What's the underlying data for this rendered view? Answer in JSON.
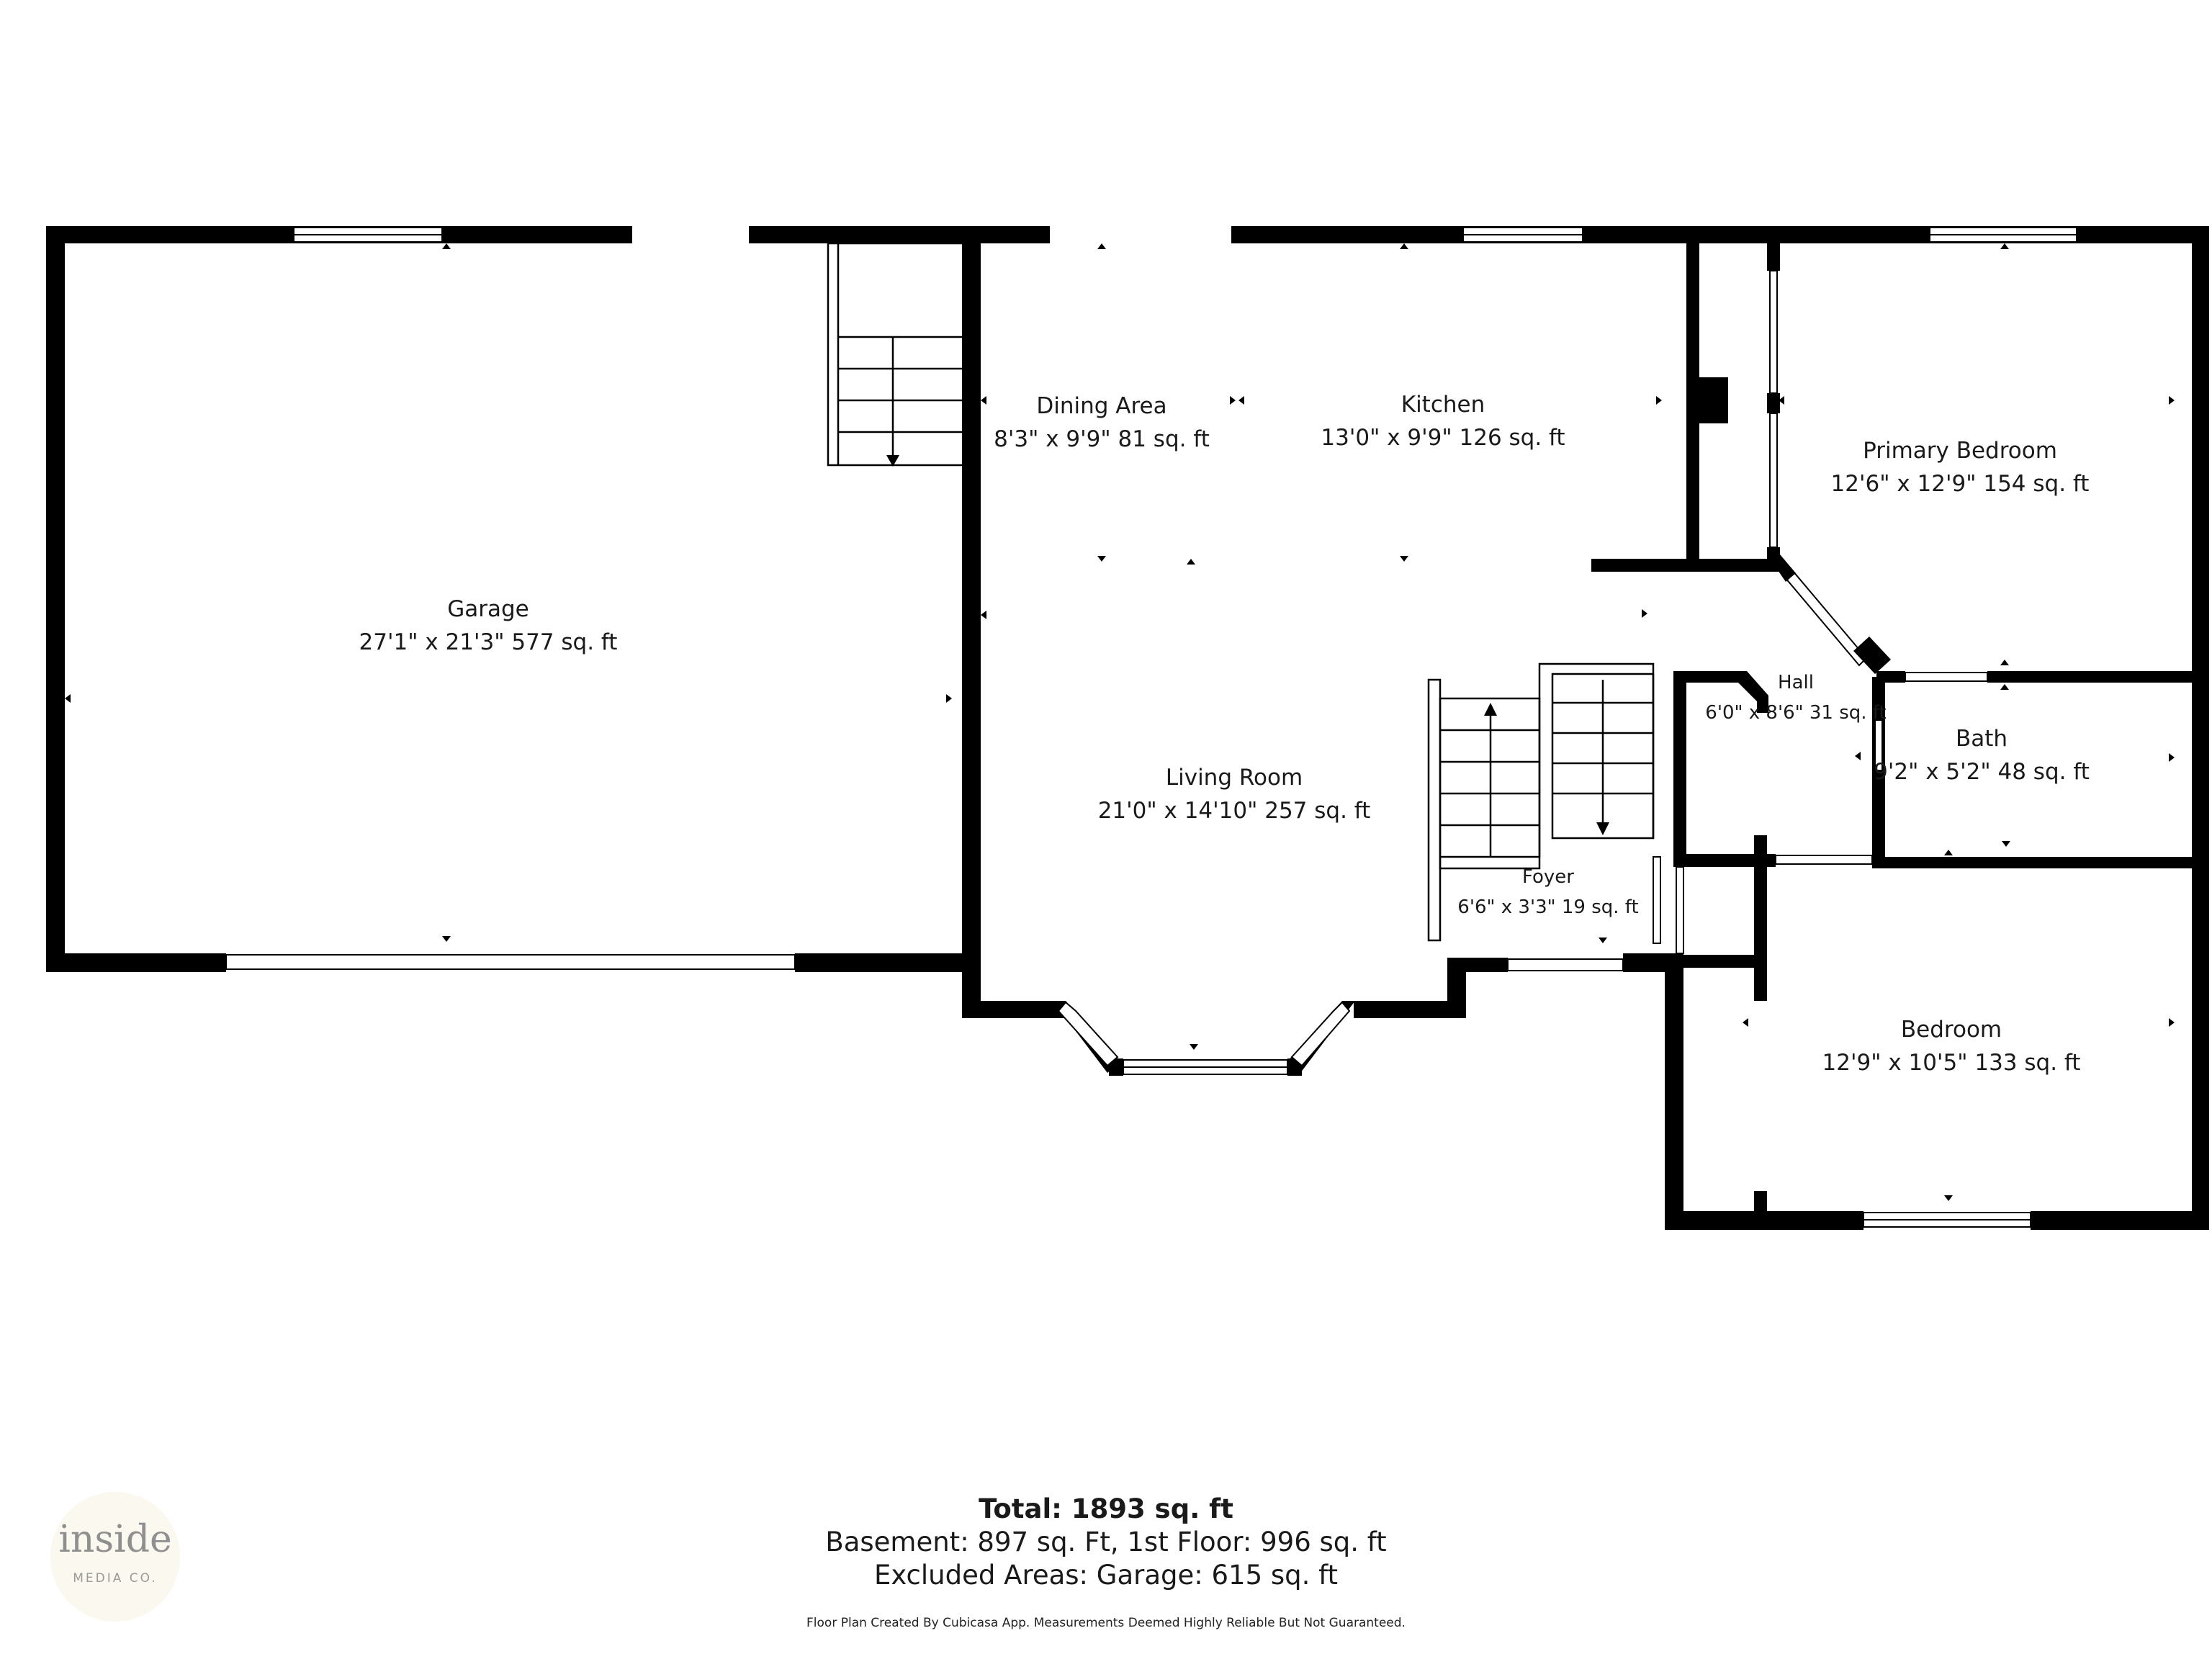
{
  "rooms": [
    {
      "name": "Garage",
      "dims": "27'1\" x 21'3\" 577 sq. ft"
    },
    {
      "name": "Dining Area",
      "dims": "8'3\" x 9'9\" 81 sq. ft"
    },
    {
      "name": "Kitchen",
      "dims": "13'0\" x 9'9\" 126 sq. ft"
    },
    {
      "name": "Primary Bedroom",
      "dims": "12'6\" x 12'9\" 154 sq. ft"
    },
    {
      "name": "Living Room",
      "dims": "21'0\" x 14'10\" 257 sq. ft"
    },
    {
      "name": "Hall",
      "dims": "6'0\" x 8'6\" 31 sq. ft"
    },
    {
      "name": "Bath",
      "dims": "9'2\" x 5'2\" 48 sq. ft"
    },
    {
      "name": "Foyer",
      "dims": "6'6\" x 3'3\" 19 sq. ft"
    },
    {
      "name": "Bedroom",
      "dims": "12'9\" x 10'5\" 133 sq. ft"
    }
  ],
  "summary": {
    "total": "Total: 1893 sq. ft",
    "floors": "Basement: 897 sq. Ft, 1st Floor: 996 sq. ft",
    "excluded": "Excluded Areas: Garage: 615 sq. ft",
    "disclaimer": "Floor Plan Created By Cubicasa App. Measurements Deemed Highly Reliable But Not Guaranteed."
  },
  "logo": {
    "word": "inside",
    "sub": "MEDIA CO."
  },
  "colors": {
    "walls": "#000000",
    "background": "#ffffff",
    "logo_bg": "#faf8ef",
    "logo_text": "#8f8f8f"
  }
}
